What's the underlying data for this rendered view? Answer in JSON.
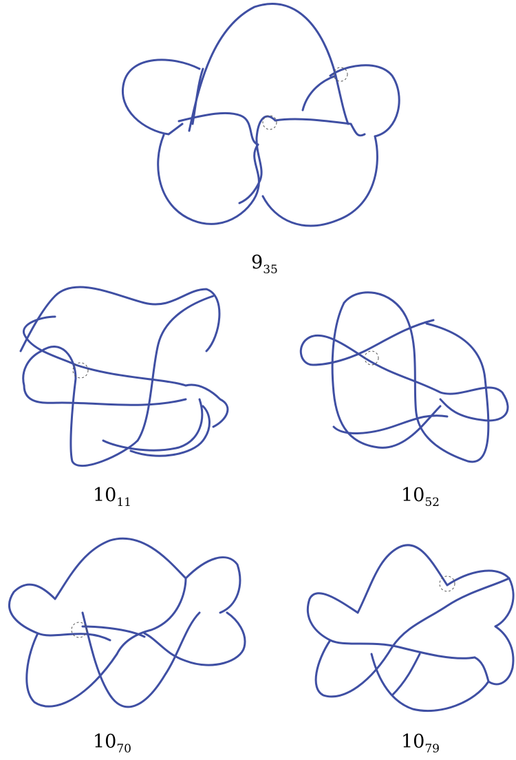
{
  "colors": {
    "strand": "#3f4fa3",
    "marker": "#555555",
    "background": "#ffffff"
  },
  "knots": [
    {
      "id": "k935",
      "name": "9",
      "subscript": "35"
    },
    {
      "id": "k1011",
      "name": "10",
      "subscript": "11"
    },
    {
      "id": "k1052",
      "name": "10",
      "subscript": "52"
    },
    {
      "id": "k1070",
      "name": "10",
      "subscript": "70"
    },
    {
      "id": "k1079",
      "name": "10",
      "subscript": "79"
    }
  ]
}
